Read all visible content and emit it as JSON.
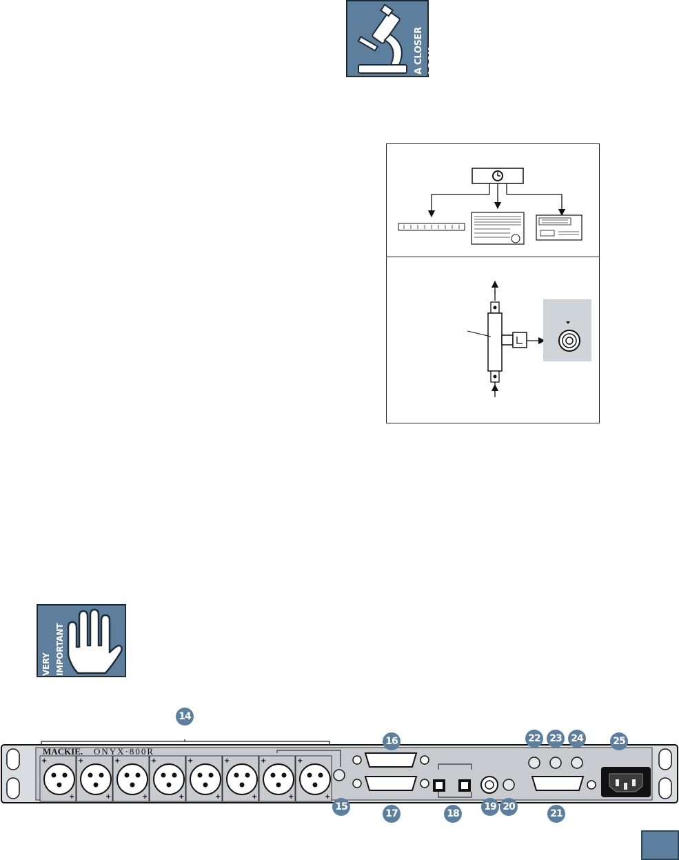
{
  "closer_look": {
    "label": "A CLOSER LOOK"
  },
  "very_important": {
    "label": "VERY IMPORTANT"
  },
  "panel": {
    "brand": "MACKIE.",
    "model": "ONYX·800R"
  },
  "callouts": [
    "14",
    "15",
    "16",
    "17",
    "18",
    "19",
    "20",
    "21",
    "22",
    "23",
    "24",
    "25"
  ],
  "colors": {
    "accent_blue": "#5d7f9d",
    "panel_gray": "#c8ccd0"
  },
  "icons": {
    "closer_look": "microscope-icon",
    "very_important": "raised-hand-icon",
    "clock": "clock-icon"
  }
}
